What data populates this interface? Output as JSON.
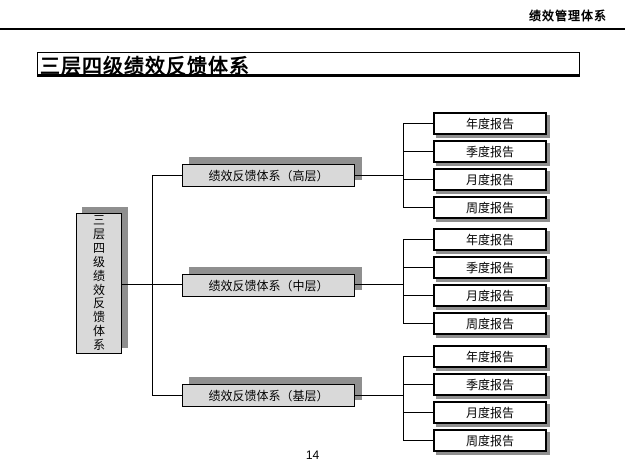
{
  "header": {
    "label": "绩效管理体系"
  },
  "title": "三层四级绩效反馈体系",
  "diagram": {
    "root": "三层四级绩效反馈体系",
    "levels": [
      {
        "label": "绩效反馈体系（高层）",
        "reports": [
          "年度报告",
          "季度报告",
          "月度报告",
          "周度报告"
        ]
      },
      {
        "label": "绩效反馈体系（中层）",
        "reports": [
          "年度报告",
          "季度报告",
          "月度报告",
          "周度报告"
        ]
      },
      {
        "label": "绩效反馈体系（基层）",
        "reports": [
          "年度报告",
          "季度报告",
          "月度报告",
          "周度报告"
        ]
      }
    ]
  },
  "footer": {
    "page_number": "14"
  },
  "colors": {
    "box_fill": "#d9d9d9",
    "shadow": "#8f8f8f",
    "border": "#000000",
    "line": "#000000"
  }
}
